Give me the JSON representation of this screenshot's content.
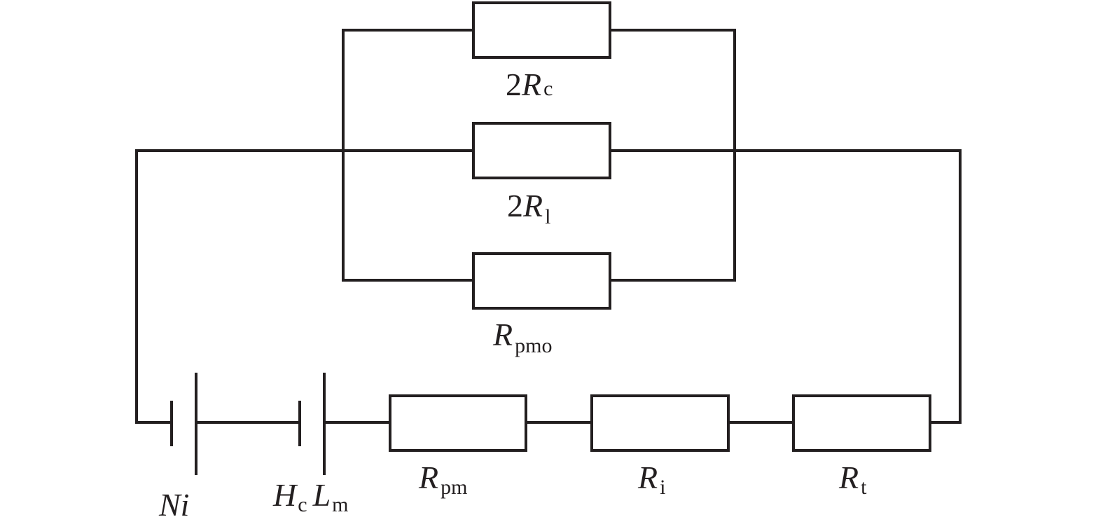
{
  "diagram": {
    "type": "magnetic equivalent circuit",
    "line_color": "#231f20",
    "labels": {
      "r_c": {
        "coef": "2",
        "main": "R",
        "sub": "c"
      },
      "r_l": {
        "coef": "2",
        "main": "R",
        "sub": "l"
      },
      "r_pmo": {
        "main": "R",
        "sub": "pmo"
      },
      "r_pm": {
        "main": "R",
        "sub": "pm"
      },
      "r_i": {
        "main": "R",
        "sub": "i"
      },
      "r_t": {
        "main": "R",
        "sub": "t"
      },
      "ni": {
        "main": "Ni"
      },
      "hc_lm": {
        "main1": "H",
        "sub1": "c",
        "main2": "L",
        "sub2": "m"
      }
    }
  }
}
